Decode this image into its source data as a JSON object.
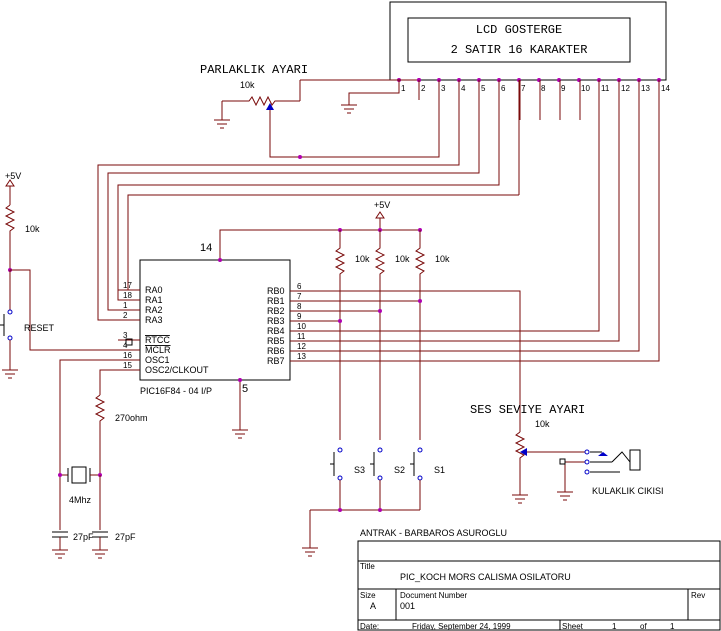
{
  "lcd": {
    "line1": "LCD GOSTERGE",
    "line2": "2 SATIR 16 KARAKTER",
    "pins": [
      "1",
      "2",
      "3",
      "4",
      "5",
      "6",
      "7",
      "8",
      "9",
      "10",
      "11",
      "12",
      "13",
      "14"
    ]
  },
  "brightness": {
    "title": "PARLAKLIK AYARI",
    "value": "10k"
  },
  "volume": {
    "title": "SES SEVIYE AYARI",
    "value": "10k"
  },
  "power": {
    "left": "+5V",
    "mid": "+5V"
  },
  "reset": {
    "resistor": "10k",
    "label": "RESET"
  },
  "mcu": {
    "name": "PIC16F84 - 04 I/P",
    "top_pin": "14",
    "bottom_pin": "5",
    "left_pins": [
      {
        "num": "17",
        "label": "RA0"
      },
      {
        "num": "18",
        "label": "RA1"
      },
      {
        "num": "1",
        "label": "RA2"
      },
      {
        "num": "2",
        "label": "RA3"
      },
      {
        "num": "3",
        "label": "RTCC"
      },
      {
        "num": "4",
        "label": "MCLR"
      },
      {
        "num": "16",
        "label": "OSC1"
      },
      {
        "num": "15",
        "label": "OSC2/CLKOUT"
      }
    ],
    "right_pins": [
      {
        "num": "6",
        "label": "RB0"
      },
      {
        "num": "7",
        "label": "RB1"
      },
      {
        "num": "8",
        "label": "RB2"
      },
      {
        "num": "9",
        "label": "RB3"
      },
      {
        "num": "10",
        "label": "RB4"
      },
      {
        "num": "11",
        "label": "RB5"
      },
      {
        "num": "12",
        "label": "RB6"
      },
      {
        "num": "13",
        "label": "RB7"
      }
    ]
  },
  "pullups": [
    "10k",
    "10k",
    "10k"
  ],
  "switches": [
    "S3",
    "S2",
    "S1"
  ],
  "osc": {
    "resistor": "270ohm",
    "crystal": "4Mhz",
    "cap1": "27pF",
    "cap2": "27pF"
  },
  "output": {
    "label": "KULAKLIK CIKISI"
  },
  "title_block": {
    "company": "ANTRAK - BARBAROS ASUROGLU",
    "title_label": "Title",
    "title": "PIC_KOCH MORS CALISMA OSILATORU",
    "size_label": "Size",
    "size": "A",
    "docnum_label": "Document Number",
    "docnum": "001",
    "rev_label": "Rev",
    "date_label": "Date:",
    "date": "Friday, September 24, 1999",
    "sheet_label": "Sheet",
    "sheet": "1",
    "of_label": "of",
    "of": "1"
  }
}
